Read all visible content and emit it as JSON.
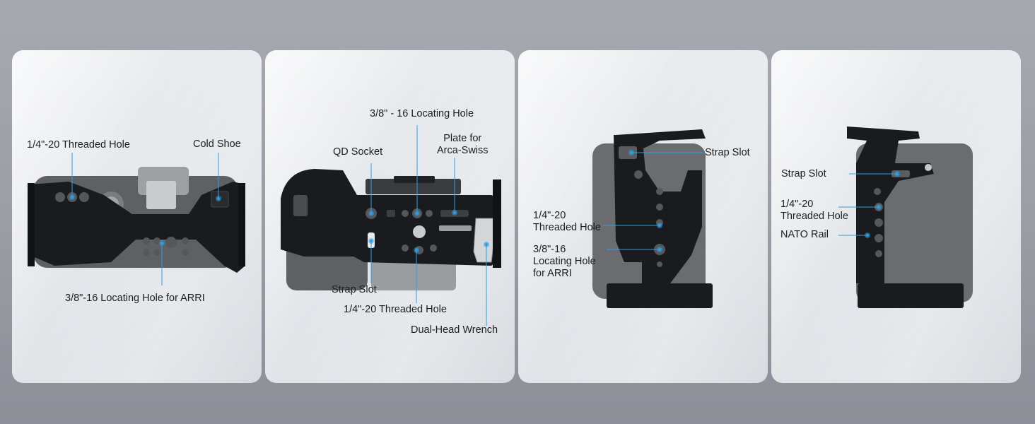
{
  "panels": [
    {
      "id": "top-view",
      "labels": {
        "threaded_hole": "1/4\"-20 Threaded Hole",
        "cold_shoe": "Cold Shoe",
        "locating_hole": "3/8\"-16 Locating Hole for ARRI"
      }
    },
    {
      "id": "bottom-view",
      "labels": {
        "locating_hole": "3/8\" - 16 Locating Hole",
        "qd_socket": "QD Socket",
        "plate_for_arca": "Plate for\nArca-Swiss",
        "strap_slot": "Strap Slot",
        "threaded_hole": "1/4\"-20 Threaded Hole",
        "wrench": "Dual-Head Wrench"
      }
    },
    {
      "id": "left-side-view",
      "labels": {
        "strap_slot": "Strap Slot",
        "threaded_hole": "1/4\"-20\nThreaded Hole",
        "locating_hole": "3/8\"-16\nLocating Hole\nfor ARRI"
      }
    },
    {
      "id": "right-side-view",
      "labels": {
        "strap_slot": "Strap Slot",
        "threaded_hole": "1/4\"-20\nThreaded Hole",
        "nato_rail": "NATO Rail"
      }
    }
  ],
  "colors": {
    "callout": "#2e9fe0",
    "cage": "#1a1b1e",
    "camera_body": "#5e6064"
  }
}
